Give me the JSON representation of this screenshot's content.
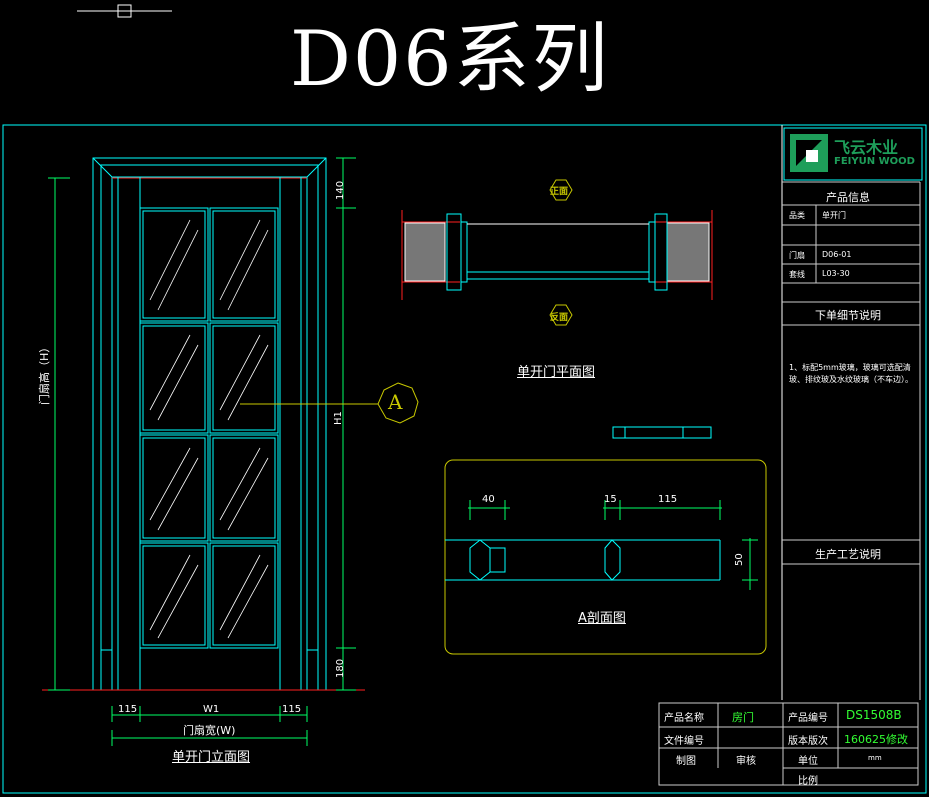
{
  "title": "D06系列",
  "logo": {
    "cn": "飞云木业",
    "en": "FEIYUN WOOD"
  },
  "elevation": {
    "caption": "单开门立面图",
    "height_label": "门扇高（H）",
    "width_label": "门扇宽(W)",
    "w1": "W1",
    "h1": "H1",
    "dims": {
      "top": "140",
      "bottom": "180",
      "left": "115",
      "right": "115"
    }
  },
  "plan": {
    "caption": "单开门平面图",
    "front": "正面",
    "back": "反面"
  },
  "callout": "A",
  "section": {
    "caption": "A剖面图",
    "dims": {
      "d40": "40",
      "d15": "15",
      "d115": "115",
      "d50": "50"
    }
  },
  "info_panel": {
    "header": "产品信息",
    "rows": [
      {
        "k": "品类",
        "v": "单开门"
      },
      {
        "k": "",
        "v": ""
      },
      {
        "k": "门扇",
        "v": "D06-01"
      },
      {
        "k": "套线",
        "v": "L03-30"
      }
    ],
    "detail_header": "下单细节说明",
    "detail_text": "1、标配5mm玻璃，玻璃可选配清玻、排纹玻及水纹玻璃（不车边）。",
    "process_header": "生产工艺说明"
  },
  "title_block": {
    "product_name_label": "产品名称",
    "product_name": "房门",
    "product_code_label": "产品编号",
    "product_code": "DS1508B",
    "file_no_label": "文件编号",
    "version_label": "版本版次",
    "version": "160625修改",
    "drawn_label": "制图",
    "review_label": "审核",
    "unit_label": "单位",
    "unit": "mm",
    "scale_label": "比例"
  },
  "colors": {
    "cyan": "#00ffff",
    "red": "#ff2020",
    "green": "#33ff33",
    "yellow": "#c8c800",
    "logo_green": "#1e9e5a"
  }
}
